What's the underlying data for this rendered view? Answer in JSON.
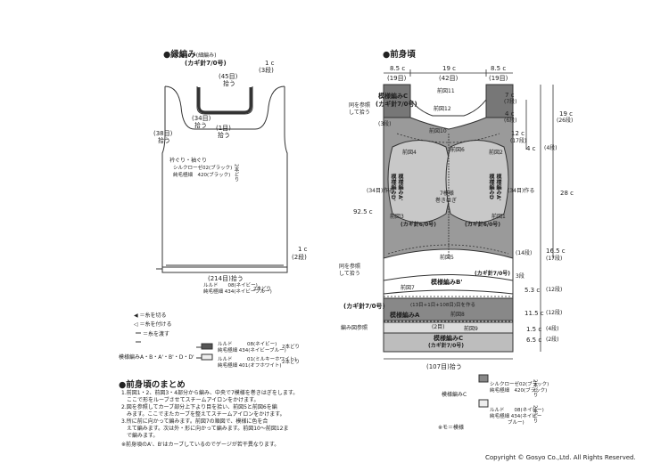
{
  "left": {
    "heading": "●縁編み",
    "heading_sub": "(細編み)",
    "hook": "(カギ針7/0号)",
    "neck_rows": "(45目)",
    "neck_pick": "拾う",
    "col1c": "1 c",
    "col1c_rows": "(3段)",
    "arm34": "(34目)",
    "arm34_pick": "拾う",
    "one_st": "(1目)",
    "one_st_pick": "拾う",
    "arm38": "(38目)",
    "arm38_pick": "拾う",
    "collar_label": "衿ぐり・袖ぐり",
    "yarn1": "シルクローゼ02(ブラック)",
    "yarn2": "純毛極細　420(ブラック)",
    "two_strands": "2本どり",
    "hem1c": "1 c",
    "hem_rows": "(2段)",
    "hem214": "(214目)拾う",
    "hem_yarn1": "ルルド　　08(ネイビー)",
    "hem_yarn2": "純毛極細 434(ネイビーブルー)",
    "hem_two": "2本どり",
    "legend1": "◀ ＝糸を切る",
    "legend2": "◁ ＝糸を付ける",
    "legend3": "＝糸を渡す",
    "pattern_label": "模様編みA・B・A'・B'・D・D'",
    "p_row1": "ルルド　　　08(ネイビー)",
    "p_row2": "純毛極細 434(ネイビーブルー)",
    "p_two1": "2本どり",
    "p_row3": "ルルド　　　01(ミルキーホワイト)",
    "p_row4": "純毛極細 401(オフホワイト)",
    "p_two2": "2本どり",
    "summary_heading": "●前身頃のまとめ",
    "summary_lines": [
      "1.前図1・2、前図3・4部分から編み、中央で7模様を巻きはぎをします。",
      "　ここで形をルーブさせてスチームアイロンをかけます。",
      "2.図を参照してカーブ部分上下より目を拾い、前図5と前図6を編",
      "　みます。ここでまたカーブを整えてスチームアイロンをかけます。",
      "3.所に前に向かって編みます。前図7の順図で、模様に色を合",
      "　えて編みます。次は外・形に向かって編みます。前図10〜前図12ま",
      "　で編みます。",
      "※前身頃のA'、B'はカーブしているのでゲージが若干異なります。"
    ]
  },
  "right": {
    "heading": "●前身頃",
    "w1": "8.5 c",
    "w1r": "(19目)",
    "w2": "19 c",
    "w2r": "(42目)",
    "w3": "8.5 c",
    "w3r": "(19目)",
    "front11": "前図11",
    "front12": "前図12",
    "patternC": "模様編みC",
    "hook7": "(カギ針7/0号)",
    "same_pick": "同を参照",
    "pick2": "して拾う",
    "front10": "前図10",
    "three": "(3段)",
    "r7c": "7 c",
    "r7r": "(7段)",
    "r4c": "4 c",
    "r4r": "(6段)",
    "r12c": "12 c",
    "r12r": "(17段)",
    "r19c": "19 c",
    "r19r": "(26段)",
    "r4b": "4 c",
    "r4br": "(4段)",
    "r28": "28 c",
    "front4": "前図4",
    "front6": "前図6",
    "front2": "前図2",
    "patA": "模様編みA'",
    "patD": "模様編みD'",
    "patA2": "模様編みA'",
    "patD2": "模様編みD",
    "center7": "7模様",
    "center_join": "巻きはぎ",
    "stitch34": "(34目)作る",
    "stitch34b": "(34目)作る",
    "front3": "前図3",
    "front1": "前図1",
    "hook6": "(カギ針6/0号)",
    "hook6b": "(カギ針6/0号)",
    "total": "92.5 c",
    "r16": "16.5 c",
    "r16r": "(17段)",
    "r14": "(14段)",
    "front5": "前図5",
    "same2": "同を参照",
    "same2b": "して拾う",
    "patB": "模様編みB'",
    "hook7b": "(カギ針7/0号)",
    "three2": "3段",
    "front7": "前図7",
    "r53": "5.3 c",
    "r53r": "(12段)",
    "mid_text": "(13目+1目+108目)目を作る",
    "hook7c": "(カギ針7/0号)",
    "patA3": "模様編みA",
    "front8": "前図8",
    "r115": "11.5 c",
    "r115r": "(12段)",
    "two_row": "(2目)",
    "knit_ref": "編み図参照",
    "front9": "前図9",
    "r15": "1.5 c",
    "r15r": "(4段)",
    "patC2": "模様編みC",
    "hook7d": "(カギ針7/0号)",
    "r65": "6.5 c",
    "r65r": "(2段)",
    "bottom": "(107目)拾う",
    "patC_label": "模様編みC",
    "c_yarn1": "シルクローゼ02(ブラック)",
    "c_yarn2": "純毛極細　420(ブラック)",
    "c_two1": "2本どり",
    "c_yarn3": "ルルド　　08(ネイビー)",
    "c_yarn4": "純毛極細 434(ネイビー",
    "c_yarn5": "ブルー)",
    "c_two2": "2本どり",
    "note": "※モ＝模様"
  },
  "copyright": "Copyright © Gosyo Co.,Ltd. All Rights Reserved."
}
